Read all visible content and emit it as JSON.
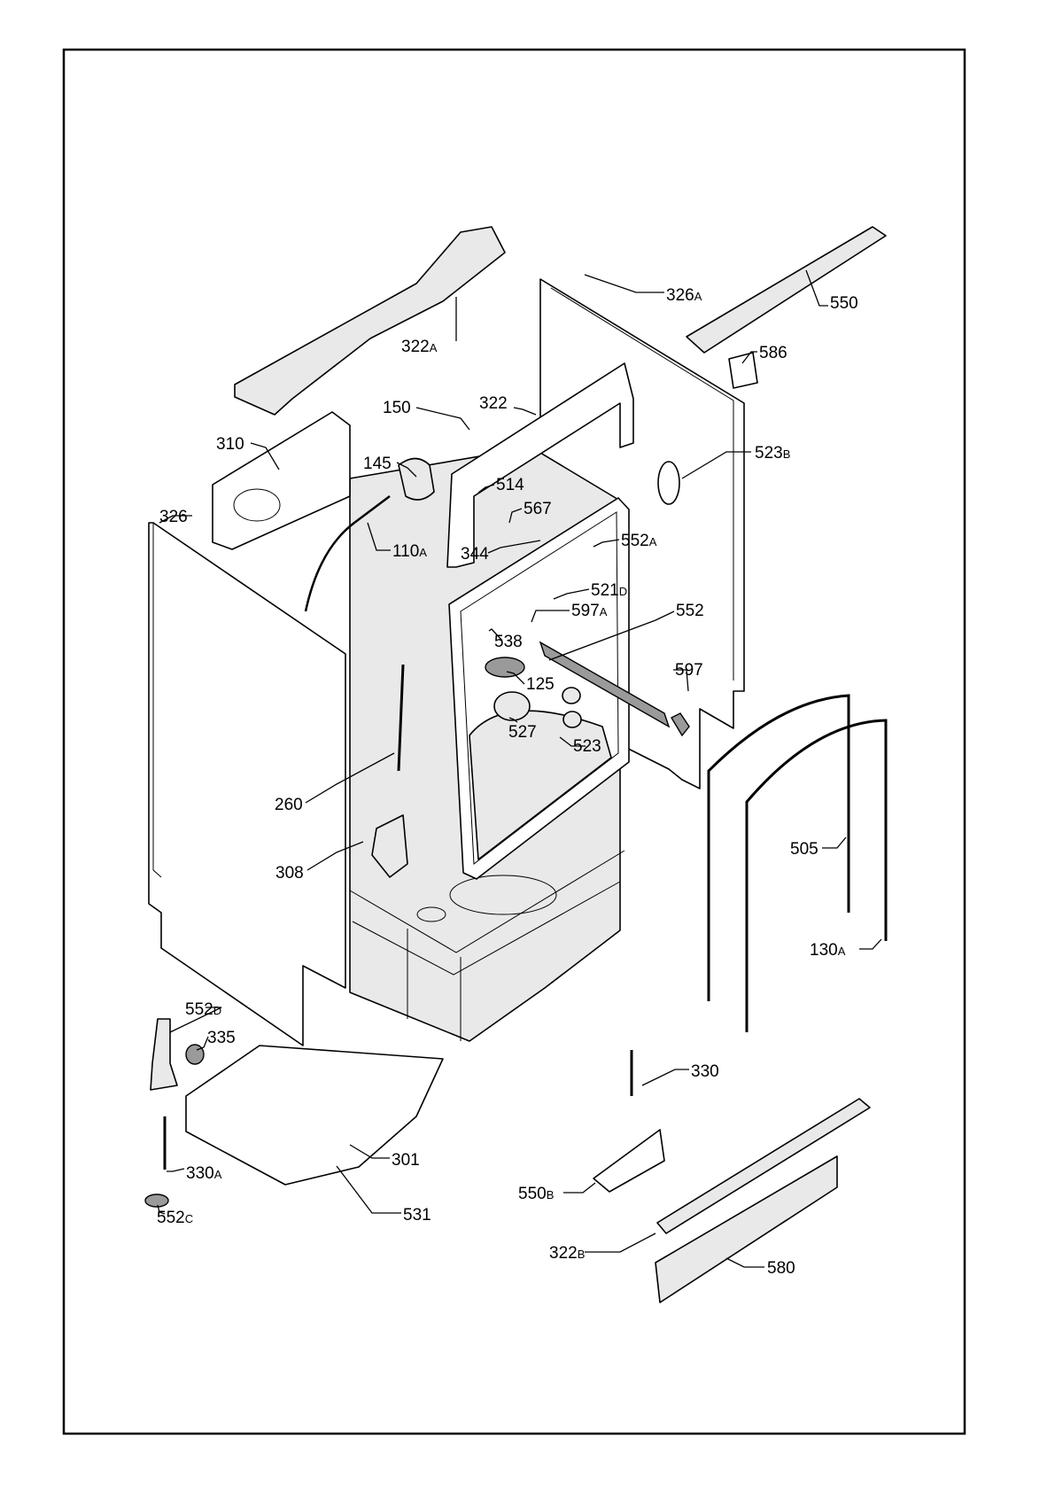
{
  "diagram": {
    "parts": [
      {
        "id": "322a",
        "num": "322",
        "suffix": "A"
      },
      {
        "id": "326a",
        "num": "326",
        "suffix": "A"
      },
      {
        "id": "550",
        "num": "550",
        "suffix": ""
      },
      {
        "id": "586",
        "num": "586",
        "suffix": ""
      },
      {
        "id": "150",
        "num": "150",
        "suffix": ""
      },
      {
        "id": "322",
        "num": "322",
        "suffix": ""
      },
      {
        "id": "310",
        "num": "310",
        "suffix": ""
      },
      {
        "id": "145",
        "num": "145",
        "suffix": ""
      },
      {
        "id": "523b",
        "num": "523",
        "suffix": "B"
      },
      {
        "id": "514",
        "num": "514",
        "suffix": ""
      },
      {
        "id": "567",
        "num": "567",
        "suffix": ""
      },
      {
        "id": "326",
        "num": "326",
        "suffix": ""
      },
      {
        "id": "110a",
        "num": "110",
        "suffix": "A"
      },
      {
        "id": "344",
        "num": "344",
        "suffix": ""
      },
      {
        "id": "552a",
        "num": "552",
        "suffix": "A"
      },
      {
        "id": "521d",
        "num": "521",
        "suffix": "D"
      },
      {
        "id": "597a",
        "num": "597",
        "suffix": "A"
      },
      {
        "id": "552",
        "num": "552",
        "suffix": ""
      },
      {
        "id": "538",
        "num": "538",
        "suffix": ""
      },
      {
        "id": "125",
        "num": "125",
        "suffix": ""
      },
      {
        "id": "597",
        "num": "597",
        "suffix": ""
      },
      {
        "id": "527",
        "num": "527",
        "suffix": ""
      },
      {
        "id": "523",
        "num": "523",
        "suffix": ""
      },
      {
        "id": "260",
        "num": "260",
        "suffix": ""
      },
      {
        "id": "505",
        "num": "505",
        "suffix": ""
      },
      {
        "id": "308",
        "num": "308",
        "suffix": ""
      },
      {
        "id": "130a",
        "num": "130",
        "suffix": "A"
      },
      {
        "id": "552d",
        "num": "552",
        "suffix": "D"
      },
      {
        "id": "335",
        "num": "335",
        "suffix": ""
      },
      {
        "id": "330",
        "num": "330",
        "suffix": ""
      },
      {
        "id": "301",
        "num": "301",
        "suffix": ""
      },
      {
        "id": "330a",
        "num": "330",
        "suffix": "A"
      },
      {
        "id": "550b",
        "num": "550",
        "suffix": "B"
      },
      {
        "id": "531",
        "num": "531",
        "suffix": ""
      },
      {
        "id": "552c",
        "num": "552",
        "suffix": "C"
      },
      {
        "id": "322b",
        "num": "322",
        "suffix": "B"
      },
      {
        "id": "580",
        "num": "580",
        "suffix": ""
      }
    ]
  }
}
